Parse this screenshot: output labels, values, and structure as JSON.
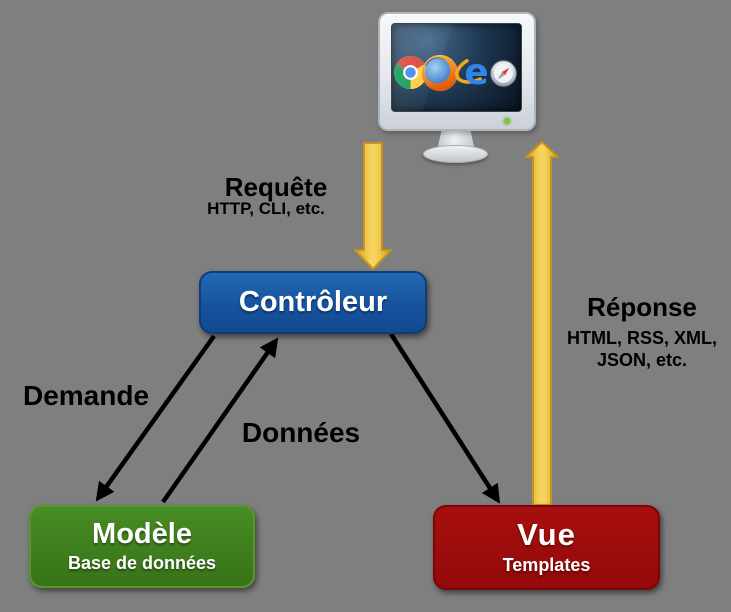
{
  "colors": {
    "background": "#7F7F7F",
    "controller_blue": "#17539E",
    "model_green": "#3A7A1C",
    "view_red": "#9E0B0C",
    "arrow_gold": "#EEC53C",
    "connector_black": "#000000",
    "monitor_led_green": "#7CC637"
  },
  "client": {
    "browser_icons": [
      {
        "name": "chrome-icon"
      },
      {
        "name": "firefox-icon"
      },
      {
        "name": "internet-explorer-icon"
      },
      {
        "name": "safari-icon"
      }
    ]
  },
  "labels": {
    "request": {
      "title": "Requête",
      "subtitle": "HTTP, CLI, etc."
    },
    "response": {
      "title": "Réponse",
      "subtitle_line1": "HTML, RSS, XML,",
      "subtitle_line2": "JSON, etc."
    },
    "demand": {
      "title": "Demande"
    },
    "data": {
      "title": "Données"
    }
  },
  "boxes": {
    "controller": {
      "label": "Contrôleur"
    },
    "model": {
      "label": "Modèle",
      "sublabel": "Base de données"
    },
    "view": {
      "label": "Vue",
      "sublabel": "Templates"
    }
  }
}
